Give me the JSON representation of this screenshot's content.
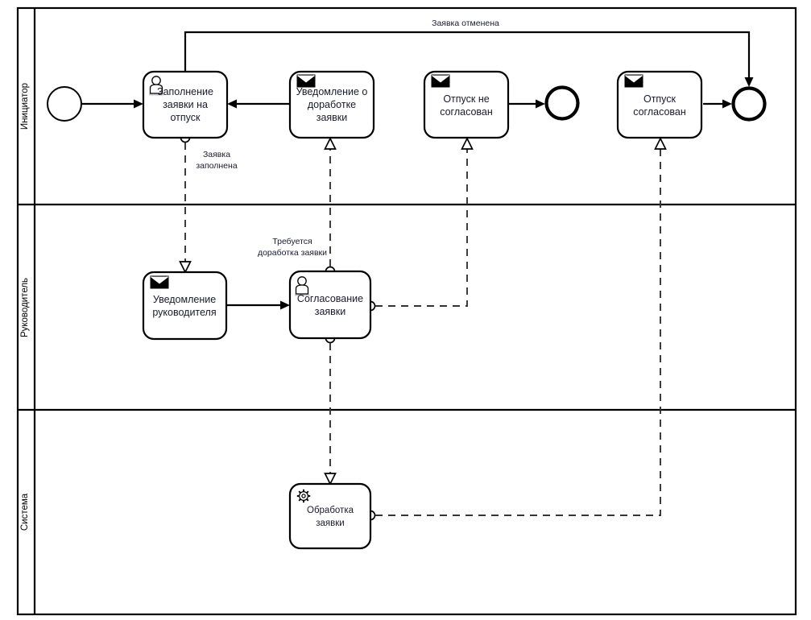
{
  "pool": {
    "lanes": [
      {
        "id": "lane-initiator",
        "label": "Инициатор"
      },
      {
        "id": "lane-manager",
        "label": "Руководитель"
      },
      {
        "id": "lane-system",
        "label": "Система"
      }
    ]
  },
  "events": [
    {
      "id": "start-event",
      "type": "start-event",
      "label": ""
    },
    {
      "id": "end-event-rejected",
      "type": "end-event",
      "label": ""
    },
    {
      "id": "end-event-approved",
      "type": "end-event",
      "label": ""
    }
  ],
  "tasks": [
    {
      "id": "task-fill-request",
      "label_lines": [
        "Заполнение",
        "заявки на",
        "отпуск"
      ],
      "icon": "user-icon"
    },
    {
      "id": "task-rework-notice",
      "label_lines": [
        "Уведомление о",
        "доработке",
        "заявки"
      ],
      "icon": "envelope-icon"
    },
    {
      "id": "task-vacation-rejected",
      "label_lines": [
        "Отпуск не",
        "согласован"
      ],
      "icon": "envelope-icon"
    },
    {
      "id": "task-vacation-approved",
      "label_lines": [
        "Отпуск",
        "согласован"
      ],
      "icon": "envelope-icon"
    },
    {
      "id": "task-manager-notice",
      "label_lines": [
        "Уведомление",
        "руководителя"
      ],
      "icon": "envelope-icon"
    },
    {
      "id": "task-approve-request",
      "label_lines": [
        "Согласование",
        "заявки"
      ],
      "icon": "user-icon"
    },
    {
      "id": "task-process-request",
      "label_lines": [
        "Обработка",
        "заявки"
      ],
      "icon": "gear-icon"
    }
  ],
  "edge_labels": [
    {
      "id": "label-request-cancelled",
      "lines": [
        "Заявка отменена"
      ]
    },
    {
      "id": "label-request-filled",
      "lines": [
        "Заявка",
        "заполнена"
      ]
    },
    {
      "id": "label-rework-needed",
      "lines": [
        "Требуется",
        "доработка заявки"
      ]
    }
  ],
  "colors": {
    "stroke": "#000000",
    "background": "#ffffff",
    "text": "#1a1a2e",
    "message_flow": "#333333"
  }
}
